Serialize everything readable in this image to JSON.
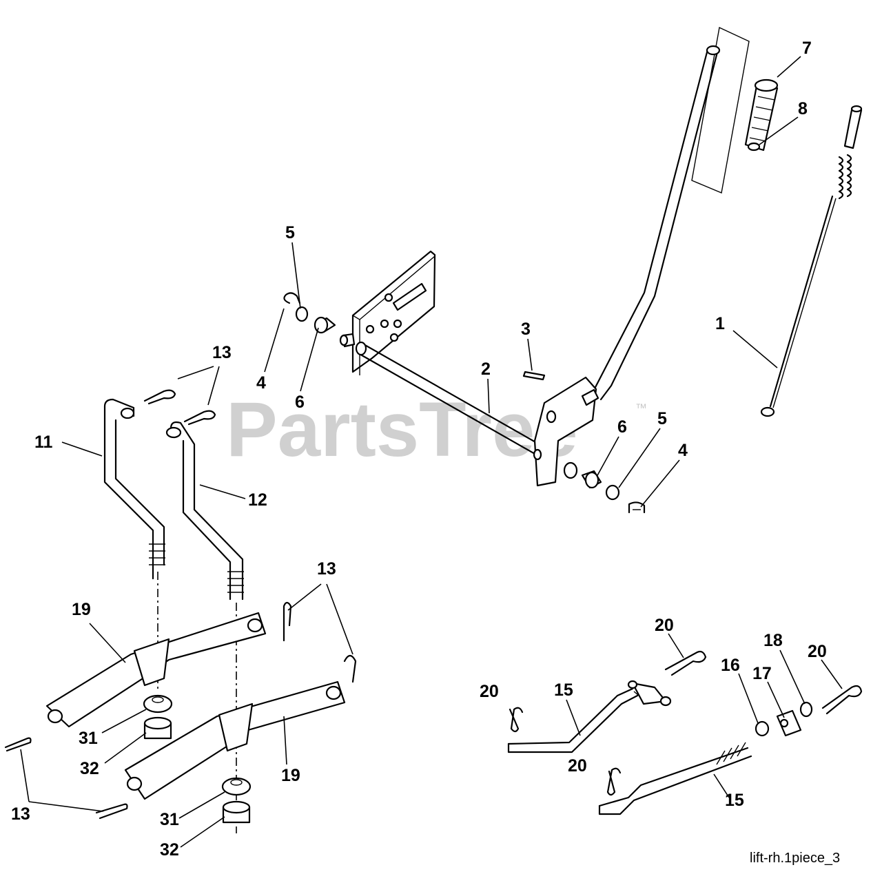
{
  "watermark": {
    "text": "PartsTree",
    "trademark": "™"
  },
  "diagram_id": "lift-rh.1piece_3",
  "callouts": {
    "c1": "1",
    "c2": "2",
    "c3": "3",
    "c4a": "4",
    "c4b": "4",
    "c5a": "5",
    "c5b": "5",
    "c6a": "6",
    "c6b": "6",
    "c7": "7",
    "c8": "8",
    "c11": "11",
    "c12": "12",
    "c13a": "13",
    "c13b": "13",
    "c13c": "13",
    "c15a": "15",
    "c15b": "15",
    "c16": "16",
    "c17": "17",
    "c18": "18",
    "c19a": "19",
    "c19b": "19",
    "c20a": "20",
    "c20b": "20",
    "c20c": "20",
    "c20d": "20",
    "c31a": "31",
    "c31b": "31",
    "c32a": "32",
    "c32b": "32"
  }
}
